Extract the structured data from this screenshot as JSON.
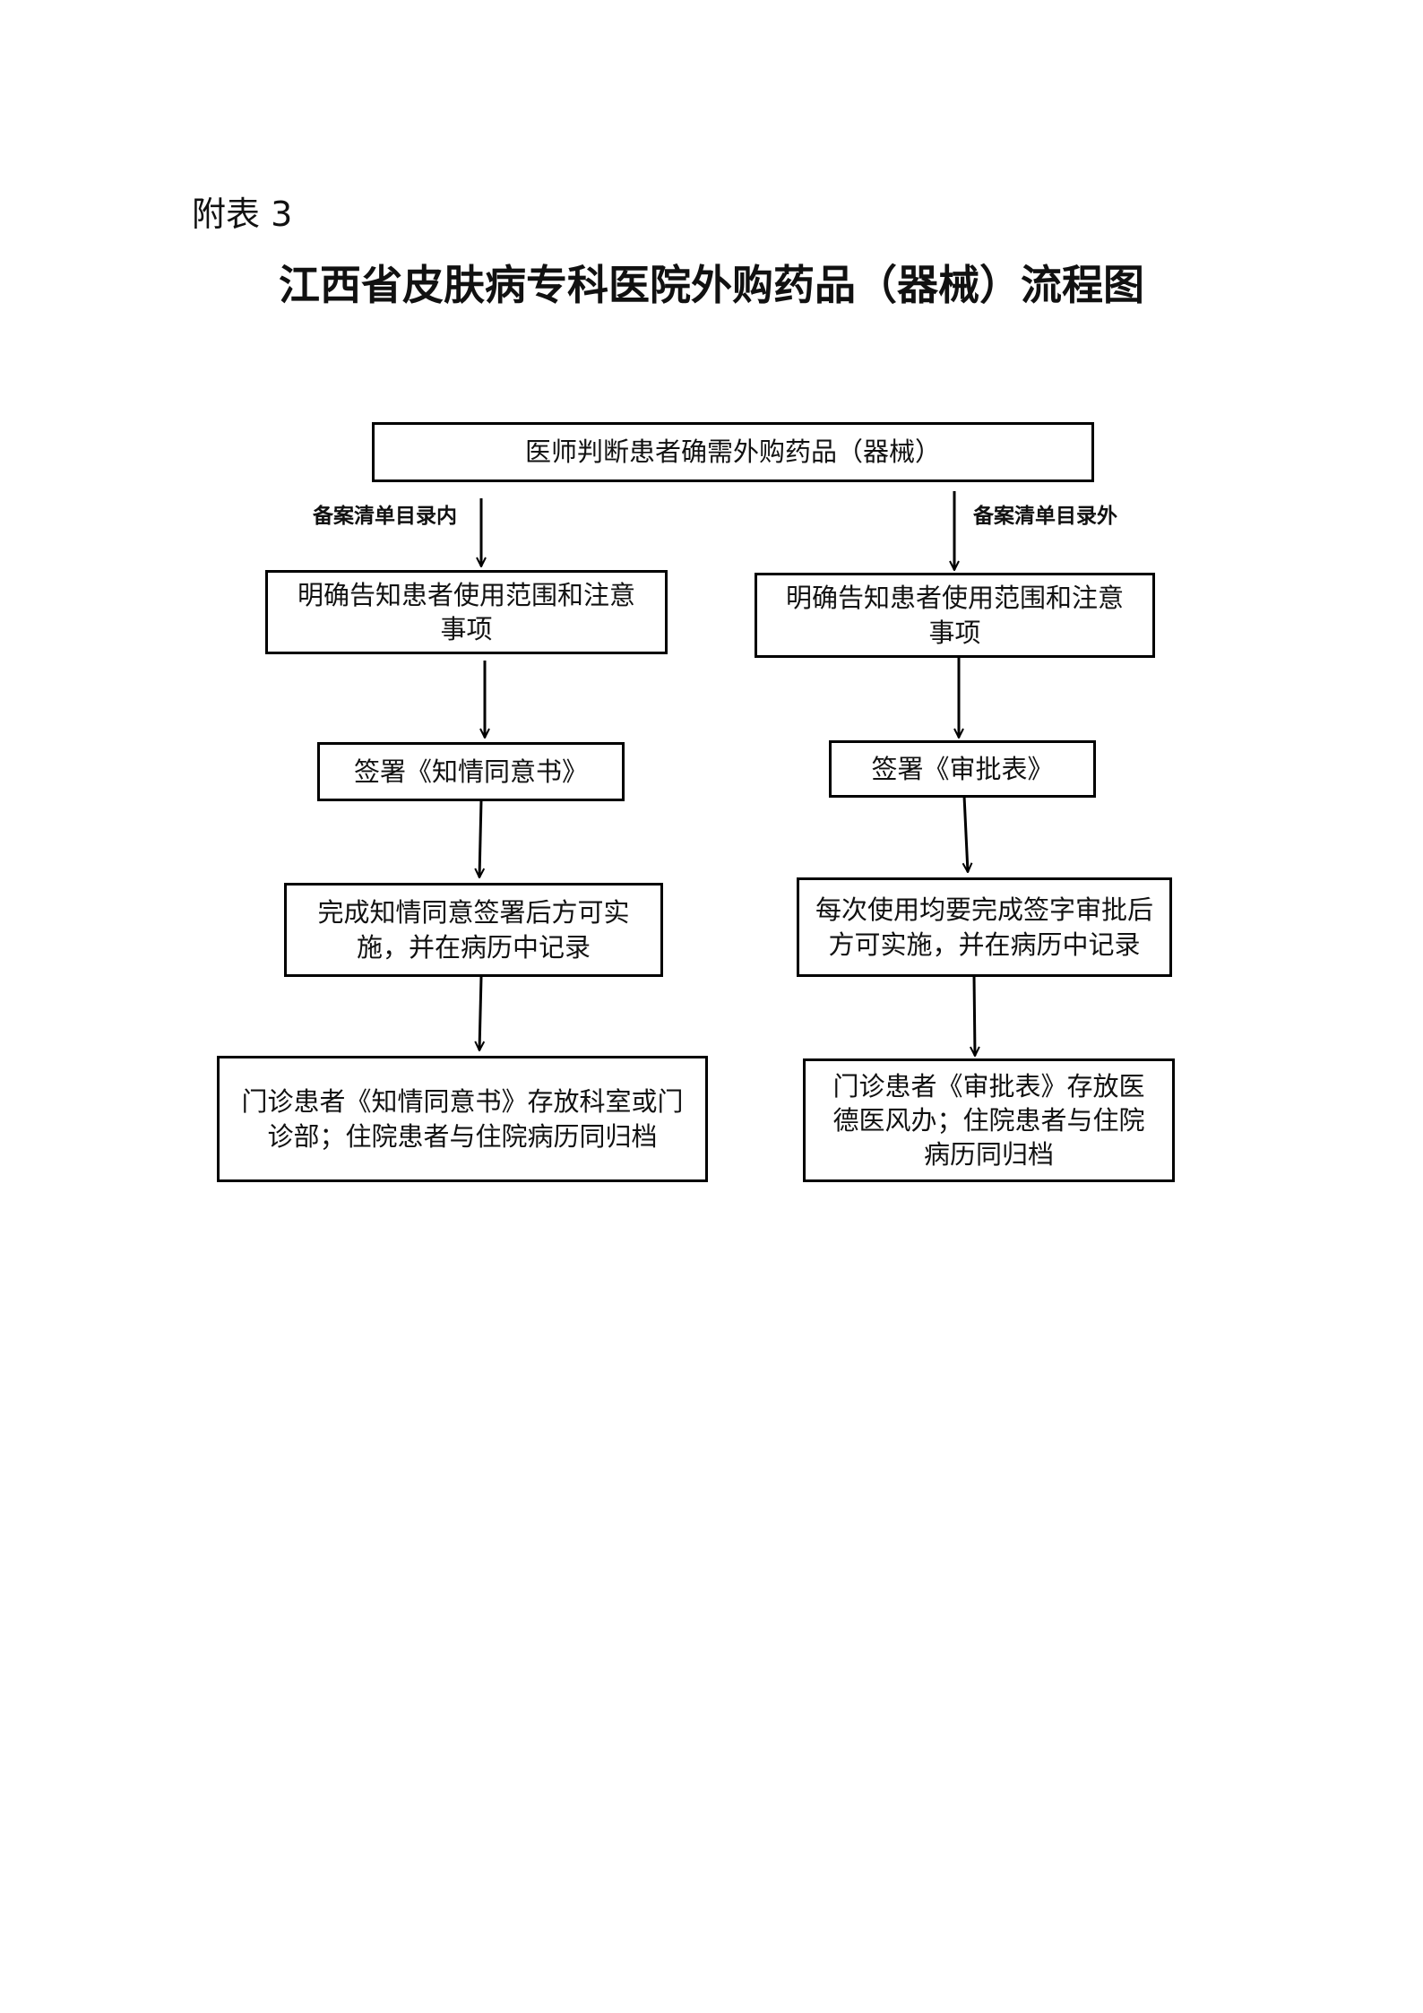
{
  "header": {
    "appendix_label": "附表 3",
    "title": "江西省皮肤病专科医院外购药品（器械）流程图"
  },
  "flow": {
    "start": "医师判断患者确需外购药品（器械）",
    "left": {
      "branch_label": "备案清单目录内",
      "step1": "明确告知患者使用范围和注意事项",
      "step2": "签署《知情同意书》",
      "step3": "完成知情同意签署后方可实施，并在病历中记录",
      "step4": "门诊患者《知情同意书》存放科室或门诊部；住院患者与住院病历同归档"
    },
    "right": {
      "branch_label": "备案清单目录外",
      "step1": "明确告知患者使用范围和注意事项",
      "step2": "签署《审批表》",
      "step3": "每次使用均要完成签字审批后方可实施，并在病历中记录",
      "step4": "门诊患者《审批表》存放医德医风办；住院患者与住院病历同归档"
    }
  }
}
